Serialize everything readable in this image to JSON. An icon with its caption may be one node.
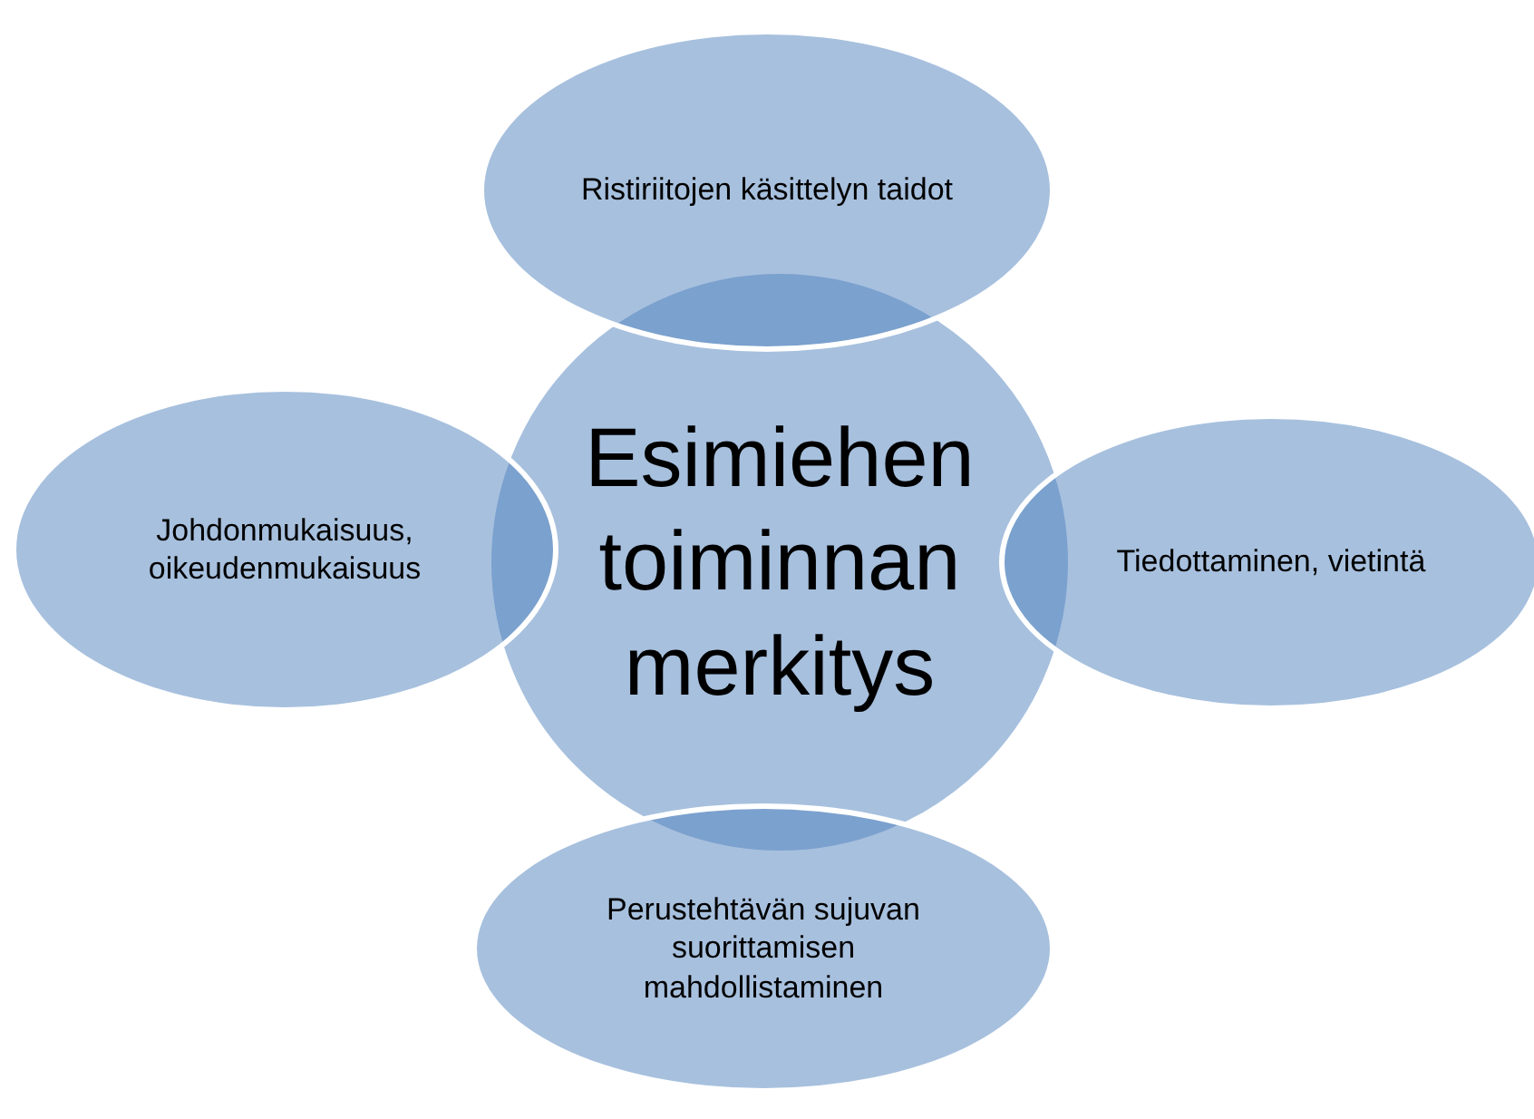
{
  "diagram": {
    "nodes": [
      {
        "text": [
          "Ristiriitojen käsittelyn taidot"
        ]
      },
      {
        "text": [
          "Esimiehen toiminnan merkitys"
        ]
      },
      {
        "text": [
          "Johdonmukaisuus, oikeudenmukaisuus"
        ]
      },
      {
        "text": [
          "Tiedottaminen, vietintä"
        ]
      },
      {
        "text": [
          "Perustehtävän sujuvan suorittamisen mahdollistaminen"
        ]
      }
    ]
  }
}
